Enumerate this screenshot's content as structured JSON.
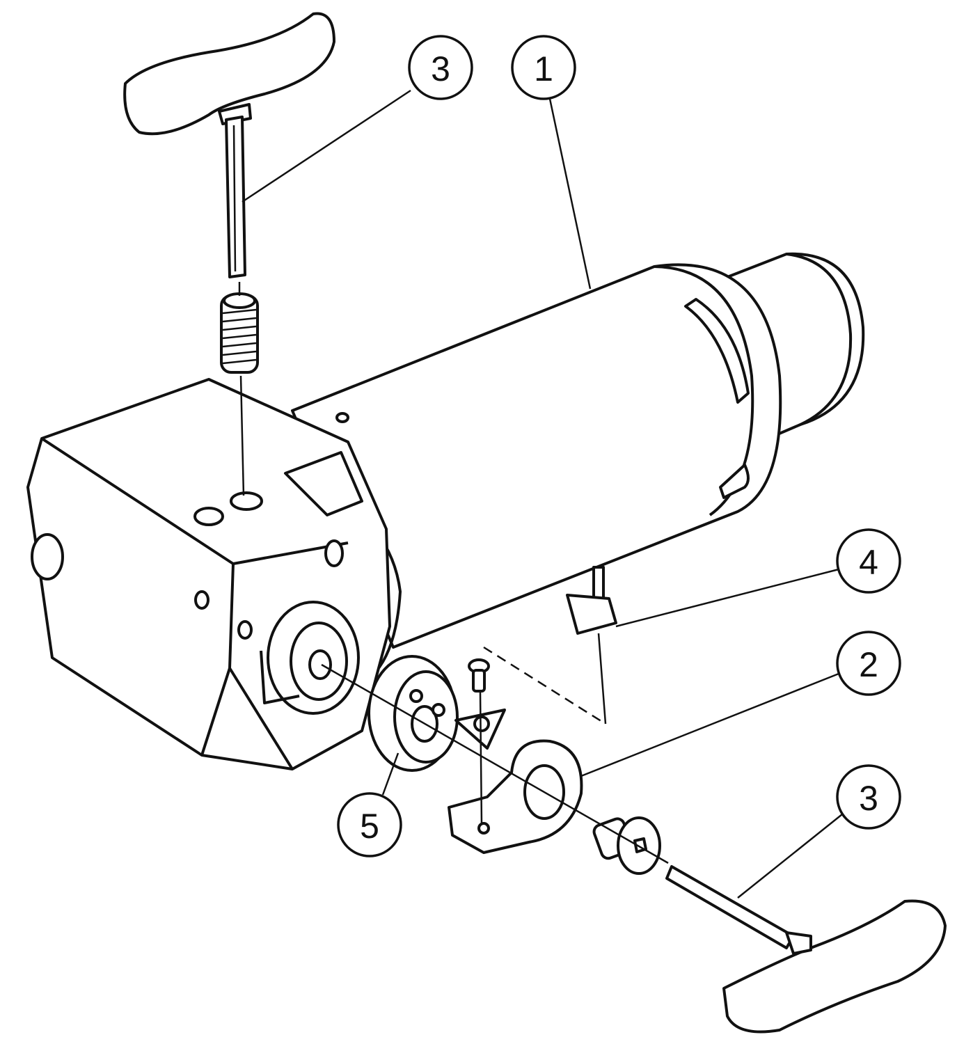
{
  "diagram": {
    "type": "exploded-assembly-view",
    "callouts": [
      {
        "id": "callout-3-top",
        "label": "3"
      },
      {
        "id": "callout-1",
        "label": "1"
      },
      {
        "id": "callout-4",
        "label": "4"
      },
      {
        "id": "callout-2",
        "label": "2"
      },
      {
        "id": "callout-3-bottom",
        "label": "3"
      },
      {
        "id": "callout-5",
        "label": "5"
      }
    ],
    "line_color": "#111111",
    "background": "#ffffff"
  }
}
